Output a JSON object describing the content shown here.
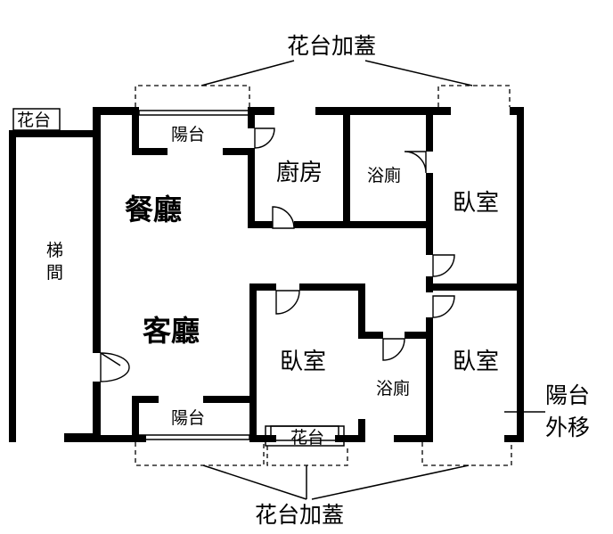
{
  "labels": {
    "top_note": "花台加蓋",
    "bottom_note": "花台加蓋",
    "planter_small": "花台",
    "stairwell_1": "梯",
    "stairwell_2": "間",
    "balcony_top": "陽台",
    "kitchen": "廚房",
    "bath_top": "浴廁",
    "bedroom_top_right": "臥室",
    "dining": "餐廳",
    "living": "客廳",
    "bedroom_center": "臥室",
    "bath_bottom": "浴廁",
    "bedroom_bottom_right": "臥室",
    "balcony_bottom": "陽台",
    "planter_bottom": "花台",
    "balcony_move_1": "陽台",
    "balcony_move_2": "外移"
  }
}
